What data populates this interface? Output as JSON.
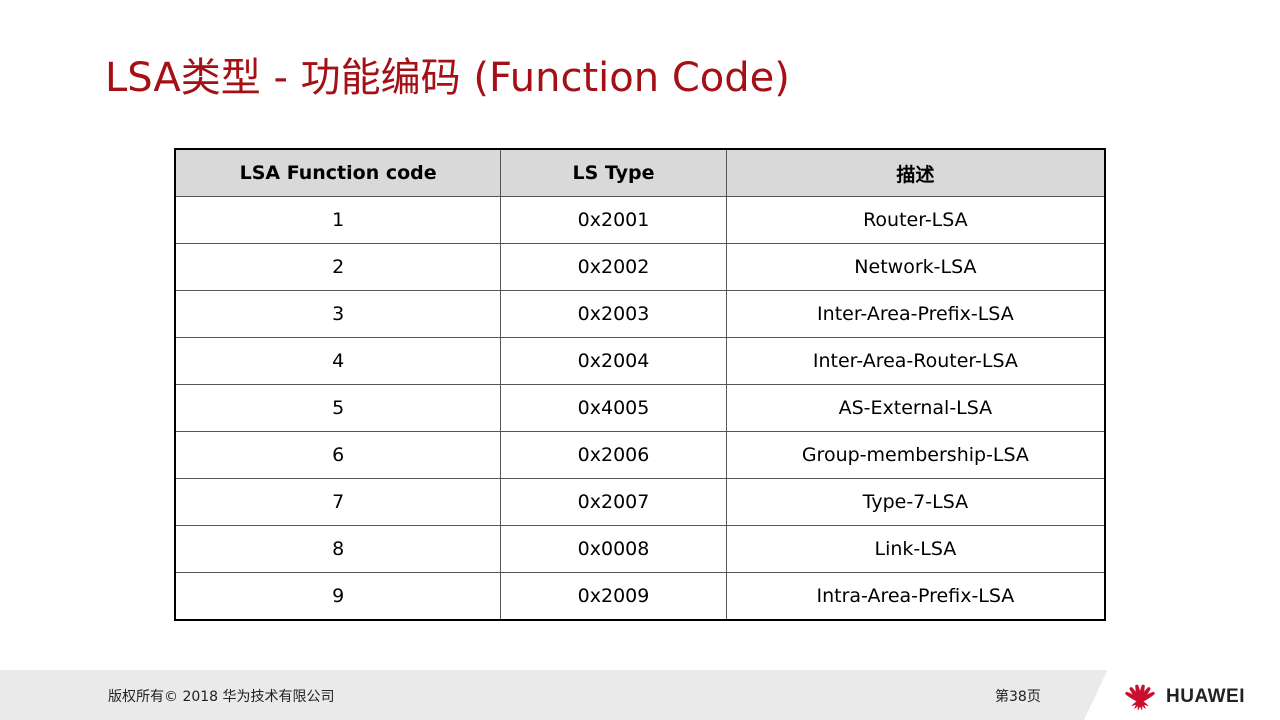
{
  "slide": {
    "title": "LSA类型 - 功能编码 (Function Code)"
  },
  "table": {
    "headers": [
      "LSA Function code",
      "LS Type",
      "描述"
    ],
    "rows": [
      [
        "1",
        "0x2001",
        "Router-LSA"
      ],
      [
        "2",
        "0x2002",
        "Network-LSA"
      ],
      [
        "3",
        "0x2003",
        "Inter-Area-Prefix-LSA"
      ],
      [
        "4",
        "0x2004",
        "Inter-Area-Router-LSA"
      ],
      [
        "5",
        "0x4005",
        "AS-External-LSA"
      ],
      [
        "6",
        "0x2006",
        "Group-membership-LSA"
      ],
      [
        "7",
        "0x2007",
        "Type-7-LSA"
      ],
      [
        "8",
        "0x0008",
        "Link-LSA"
      ],
      [
        "9",
        "0x2009",
        "Intra-Area-Prefix-LSA"
      ]
    ]
  },
  "footer": {
    "copyright": "版权所有© 2018 华为技术有限公司",
    "page": "第38页",
    "brand": "HUAWEI",
    "logo_icon": "huawei-logo-icon"
  },
  "colors": {
    "title": "#a50f16",
    "logo": "#c8102e",
    "header_bg": "#d9d9d9",
    "footer_bg": "#eaeaea"
  }
}
